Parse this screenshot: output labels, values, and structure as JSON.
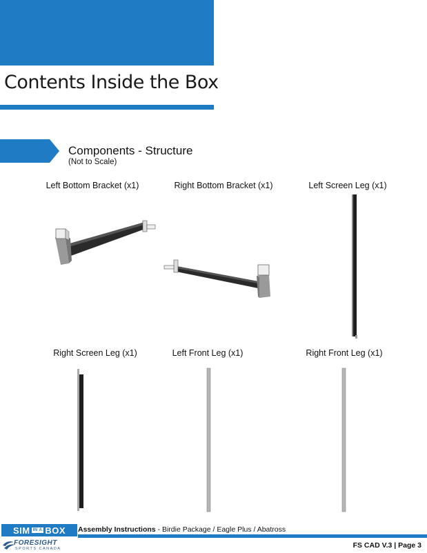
{
  "header": {
    "title": "Contents Inside the Box"
  },
  "section": {
    "title": "Components - Structure",
    "subtitle": "(Not to Scale)"
  },
  "components": [
    {
      "label": "Left Bottom Bracket (x1)"
    },
    {
      "label": "Right Bottom Bracket (x1)"
    },
    {
      "label": "Left Screen Leg (x1)"
    },
    {
      "label": "Right Screen Leg (x1)"
    },
    {
      "label": "Left Front Leg (x1)"
    },
    {
      "label": "Right Front Leg (x1)"
    }
  ],
  "footer": {
    "logo_left": "SIM",
    "logo_mid": "IN A",
    "logo_right": "BOX",
    "instructions_bold": "Assembly Instructions",
    "instructions_rest": " - Birdie Package / Eagle Plus / Abatross",
    "brand_name": "FORESIGHT",
    "brand_sub": "SPORTS CANADA",
    "page": "FS CAD V.3 | Page 3"
  },
  "colors": {
    "accent": "#1f7bc3",
    "brand": "#2d5a8c"
  }
}
